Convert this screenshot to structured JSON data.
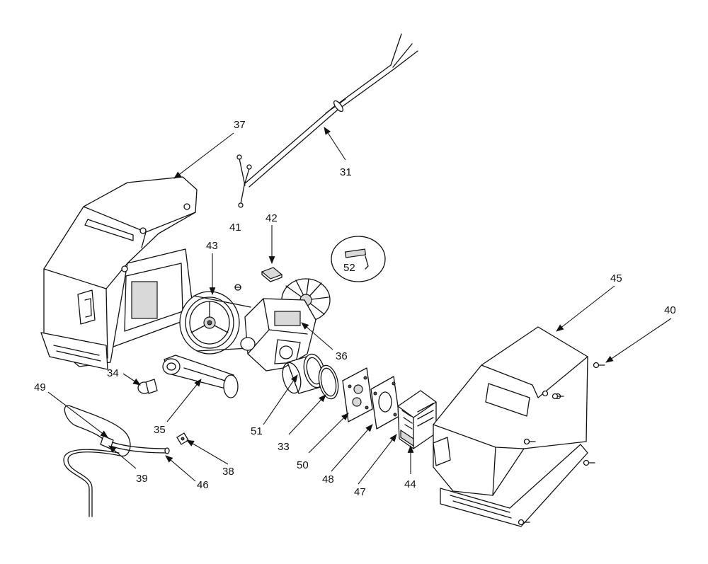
{
  "callouts": [
    {
      "key": "p31",
      "label": "31"
    },
    {
      "key": "p37",
      "label": "37"
    },
    {
      "key": "p41",
      "label": "41"
    },
    {
      "key": "p42",
      "label": "42"
    },
    {
      "key": "p43",
      "label": "43"
    },
    {
      "key": "p52",
      "label": "52"
    },
    {
      "key": "p45",
      "label": "45"
    },
    {
      "key": "p40",
      "label": "40"
    },
    {
      "key": "p36",
      "label": "36"
    },
    {
      "key": "p34",
      "label": "34"
    },
    {
      "key": "p49",
      "label": "49"
    },
    {
      "key": "p35",
      "label": "35"
    },
    {
      "key": "p51",
      "label": "51"
    },
    {
      "key": "p33",
      "label": "33"
    },
    {
      "key": "p50",
      "label": "50"
    },
    {
      "key": "p48",
      "label": "48"
    },
    {
      "key": "p47",
      "label": "47"
    },
    {
      "key": "p44",
      "label": "44"
    },
    {
      "key": "p38",
      "label": "38"
    },
    {
      "key": "p39",
      "label": "39"
    },
    {
      "key": "p46",
      "label": "46"
    }
  ]
}
